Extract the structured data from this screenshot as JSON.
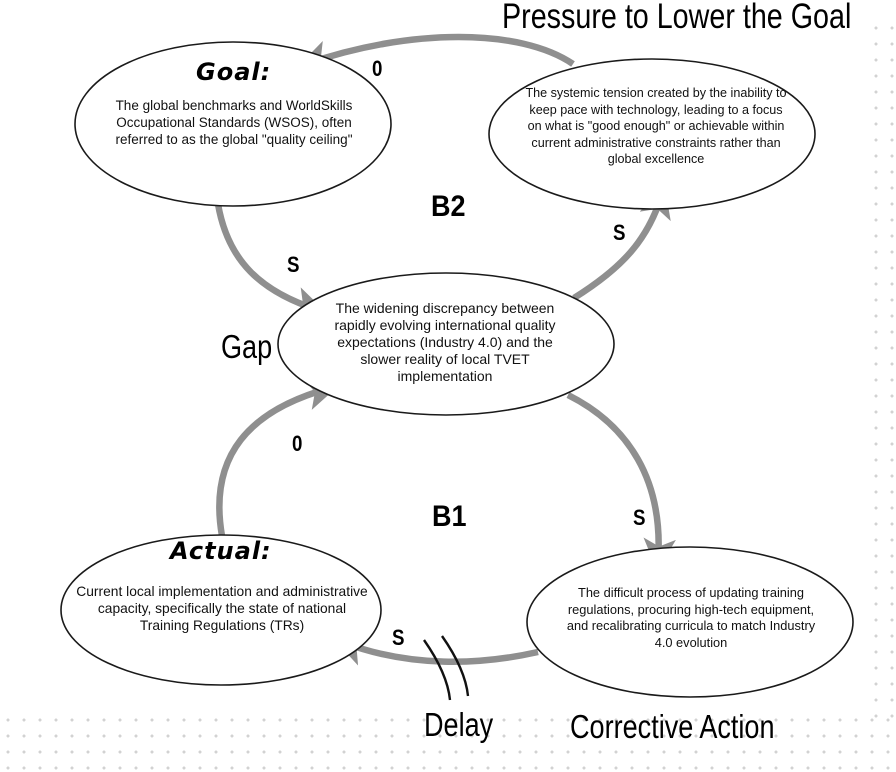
{
  "title": "Pressure to Lower the Goal",
  "nodes": {
    "goal": {
      "heading": "Goal:",
      "text": "The global benchmarks and WorldSkills Occupational Standards (WSOS), often referred to as the global \"quality ceiling\""
    },
    "pressure": {
      "text": "The systemic tension created by the inability to keep pace with technology, leading to a focus on what is \"good enough\" or achievable within current administrative constraints rather than global excellence"
    },
    "gap": {
      "label": "Gap",
      "text": "The widening discrepancy between rapidly evolving international quality expectations (Industry 4.0) and the slower reality of local TVET implementation"
    },
    "actual": {
      "heading": "Actual:",
      "text": "Current local implementation and administrative capacity, specifically the state of national Training Regulations (TRs)"
    },
    "corrective": {
      "label": "Corrective Action",
      "text": "The difficult process of updating training regulations, procuring high-tech equipment, and recalibrating curricula to match Industry 4.0 evolution"
    }
  },
  "loops": {
    "b1": "B1",
    "b2": "B2"
  },
  "polarities": {
    "pressure_to_goal": "0",
    "goal_to_gap": "S",
    "gap_to_pressure": "S",
    "actual_to_gap": "0",
    "gap_to_corrective": "S",
    "corrective_to_actual": "S"
  },
  "delay_label": "Delay",
  "colors": {
    "arrow": "#8f8f8f",
    "ellipse_stroke": "#1a1a1a",
    "background_dots": "#d2d2d2"
  }
}
